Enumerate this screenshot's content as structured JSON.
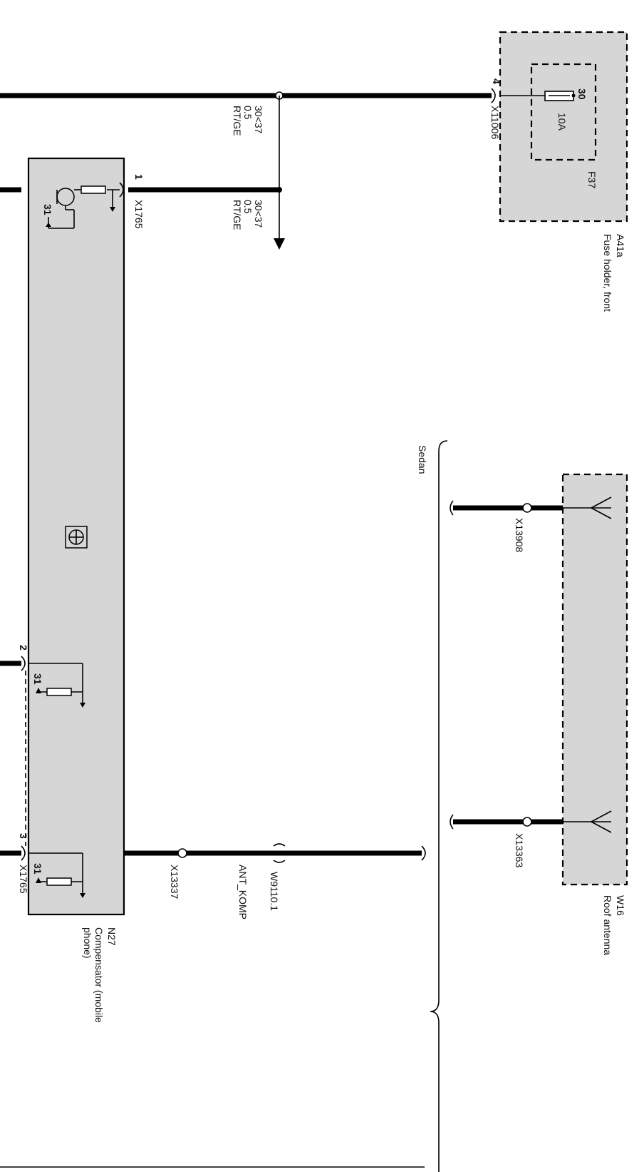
{
  "components": {
    "fuse_holder": {
      "id": "A41a",
      "name": "Fuse holder, front",
      "fuse_id": "F37",
      "fuse_rating": "10A",
      "terminal": "30"
    },
    "roof_antenna": {
      "id": "W16",
      "name": "Roof antenna"
    },
    "compensator": {
      "id": "N27",
      "name_line1": "Compensator (mobile",
      "name_line2": "phone)"
    }
  },
  "connectors": {
    "x11006": "X11006",
    "x11006_pin": "4",
    "x1765_a": "X1765",
    "x1765_a_pin": "1",
    "x1765_b": "X1765",
    "pin2": "2",
    "pin3": "3",
    "x13908": "X13908",
    "x13363": "X13363",
    "x13337": "X13337",
    "w9110": "W9110.1"
  },
  "wires": {
    "top": {
      "circuit": "30<37",
      "gauge": "0.5",
      "color": "RT/GE"
    },
    "second": {
      "circuit": "30<37",
      "gauge": "0.5",
      "color": "RT/GE"
    },
    "antenna": {
      "signal": "ANT_KOMP"
    }
  },
  "variant": "Sedan",
  "ground": {
    "g1": "31",
    "g2": "31",
    "g3": "31"
  }
}
